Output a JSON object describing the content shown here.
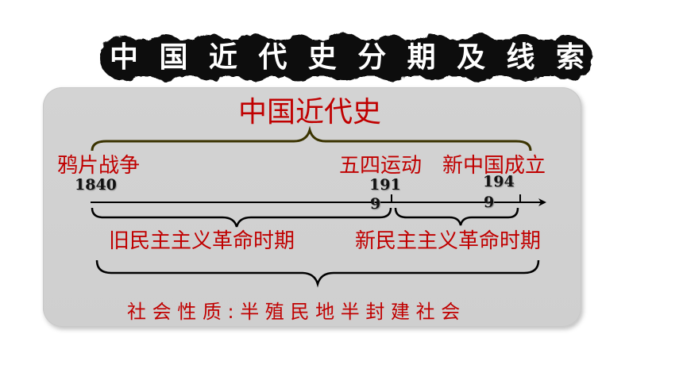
{
  "banner": {
    "chars": [
      "中",
      "国",
      "近",
      "代",
      "史",
      "分",
      "期",
      "及",
      "线",
      "索"
    ]
  },
  "diagram": {
    "title": "中国近代史",
    "events": {
      "opium_war": "鸦片战争",
      "may_fourth": "五四运动",
      "prc_founded": "新中国成立"
    },
    "years": {
      "y1840": "1840",
      "y1919_a": "191",
      "y1919_b": "9",
      "y1949_a": "194",
      "y1949_b": "9"
    },
    "periods": {
      "old": "旧民主主义革命时期",
      "new": "新民主主义革命时期"
    },
    "society": "社 会 性 质 : 半 殖 民 地 半 封 建 社 会"
  },
  "colors": {
    "accent_red": "#c00000",
    "banner_ink": "#111111",
    "panel": "#d3d3d3"
  }
}
